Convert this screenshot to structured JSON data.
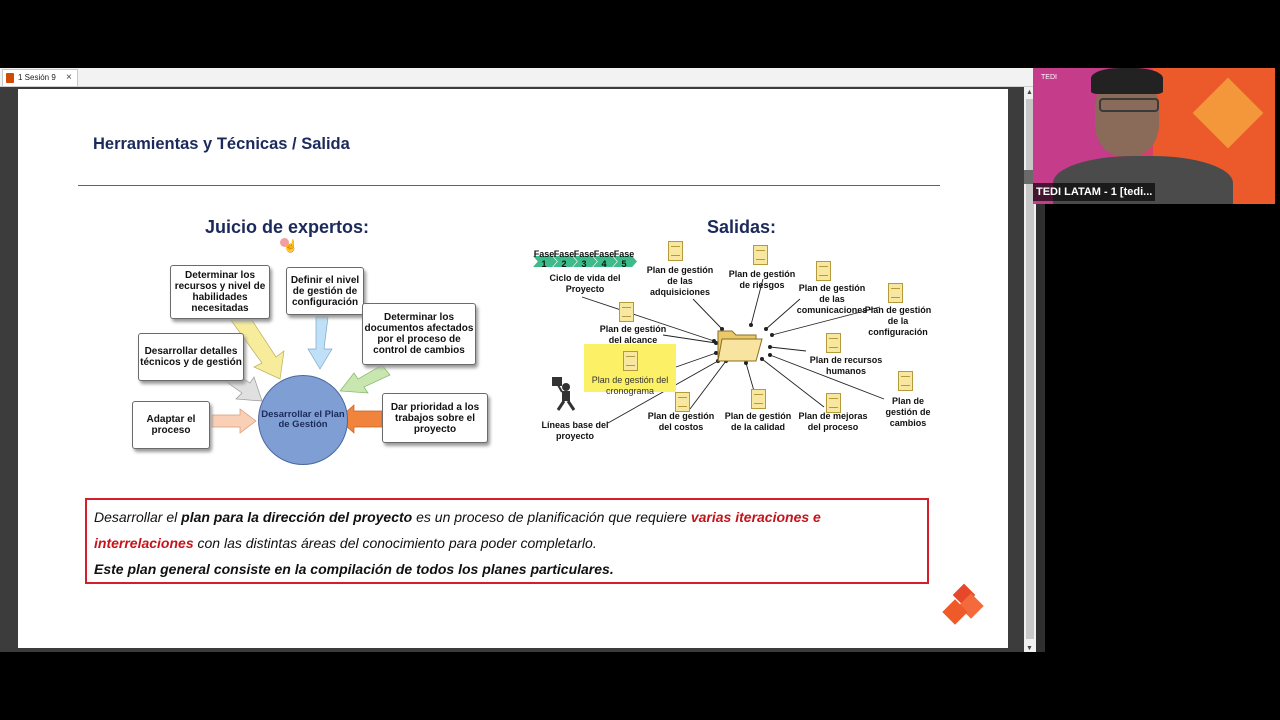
{
  "window": {
    "tab_label": "1 Sesión 9",
    "tab_close": "×"
  },
  "slide": {
    "title": "Herramientas y Técnicas / Salida",
    "left_heading": "Juicio de expertos:",
    "right_heading": "Salidas:",
    "expert": {
      "center": "Desarrollar el Plan de Gestión",
      "boxes": {
        "determinar_recursos": "Determinar los recursos y nivel de habilidades necesitadas",
        "definir_nivel": "Definir el nivel de gestión de configuración",
        "determinar_documentos": "Determinar los documentos afectados por el proceso de control de cambios",
        "desarrollar_detalles": "Desarrollar detalles técnicos y de gestión",
        "adaptar": "Adaptar el proceso",
        "dar_prioridad": "Dar prioridad a los trabajos sobre el proyecto"
      }
    },
    "outputs": {
      "phases": [
        "Fase 1",
        "Fase 2",
        "Fase 3",
        "Fase 4",
        "Fase 5"
      ],
      "ciclo": "Ciclo de vida del Proyecto",
      "adquisiciones": "Plan de gestión de las adquisiciones",
      "riesgos": "Plan de gestión de riesgos",
      "comunicaciones": "Plan de gestión de las comunicaciones",
      "configuracion": "Plan de gestión de la configuración",
      "alcance": "Plan de gestión del alcance",
      "recursos": "Plan de recursos humanos",
      "cronograma": "Plan de gestión del cronograma",
      "cambios": "Plan de gestión de cambios",
      "lineas_base": "Líneas base del proyecto",
      "costos": "Plan de gestión del costos",
      "calidad": "Plan de gestión de la calidad",
      "mejoras": "Plan de mejoras del proceso"
    },
    "note": {
      "l1_a": "Desarrollar el ",
      "l1_b": "plan para la dirección del proyecto",
      "l1_c": " es un proceso de planificación que requiere ",
      "l1_d": "varias iteraciones e",
      "l2_a": "interrelaciones",
      "l2_b": " con las distintas áreas del conocimiento para poder completarlo.",
      "l3": "Este plan general consiste en la compilación de todos los planes particulares."
    }
  },
  "webcam": {
    "brand": "TEDI",
    "participant": "TEDI LATAM - 1 [tedi..."
  },
  "colors": {
    "title": "#1b2a5a",
    "accent_red": "#d41f2b",
    "highlight": "#fbf066",
    "circle": "#7f9fd4"
  }
}
